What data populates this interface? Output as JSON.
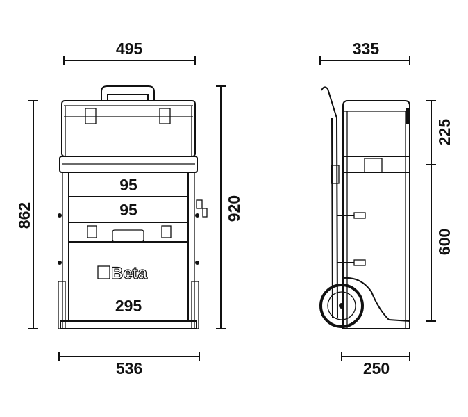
{
  "front_view": {
    "width_top": "495",
    "height_body": "862",
    "height_total": "920",
    "width_base": "536",
    "drawer_1": "95",
    "drawer_2": "95",
    "door": "295",
    "logo": "Beta"
  },
  "side_view": {
    "depth_top": "335",
    "height_top_case": "225",
    "height_lower": "600",
    "depth_base": "250"
  }
}
